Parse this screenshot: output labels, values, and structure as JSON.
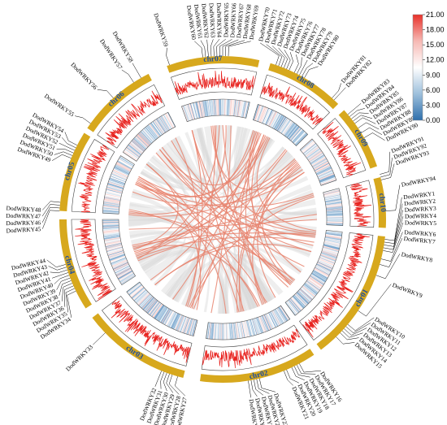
{
  "chromosomes": [
    {
      "id": "chr01",
      "start": 96,
      "end": 143
    },
    {
      "id": "chr02",
      "start": 146,
      "end": 188
    },
    {
      "id": "chr03",
      "start": 194,
      "end": 233
    },
    {
      "id": "chr04",
      "start": 237,
      "end": 270
    },
    {
      "id": "chr05",
      "start": 273,
      "end": 302
    },
    {
      "id": "chr06",
      "start": 304,
      "end": 333
    },
    {
      "id": "chr07",
      "start": 340,
      "end": 13
    },
    {
      "id": "chr08",
      "start": 17,
      "end": 45
    },
    {
      "id": "chr09",
      "start": 48,
      "end": 71
    },
    {
      "id": "chr10",
      "start": 75,
      "end": 93
    }
  ],
  "genes": [
    {
      "label": "DodWRKY1",
      "angle": 97,
      "labelAngle": 83
    },
    {
      "label": "DodWRKY2",
      "angle": 98,
      "labelAngle": 85
    },
    {
      "label": "DodWRKY3",
      "angle": 99,
      "labelAngle": 87
    },
    {
      "label": "DodWRKY4",
      "angle": 100,
      "labelAngle": 89
    },
    {
      "label": "DodWRKY5",
      "angle": 101,
      "labelAngle": 91
    },
    {
      "label": "DodWRKY6",
      "angle": 104,
      "labelAngle": 94
    },
    {
      "label": "DodWRKY7",
      "angle": 106,
      "labelAngle": 96
    },
    {
      "label": "DodWRKY8",
      "angle": 110,
      "labelAngle": 101
    },
    {
      "label": "DodWRKY9",
      "angle": 124,
      "labelAngle": 111
    },
    {
      "label": "DodWRKY10",
      "angle": 130,
      "labelAngle": 123
    },
    {
      "label": "DodWRKY11",
      "angle": 131,
      "labelAngle": 125
    },
    {
      "label": "DodWRKY12",
      "angle": 132,
      "labelAngle": 127
    },
    {
      "label": "DodWRKY13",
      "angle": 133,
      "labelAngle": 129
    },
    {
      "label": "DodWRKY14",
      "angle": 134,
      "labelAngle": 131
    },
    {
      "label": "DodWRKY15",
      "angle": 136,
      "labelAngle": 133
    },
    {
      "label": "DodWRKY16",
      "angle": 152,
      "labelAngle": 147
    },
    {
      "label": "DodWRKY17",
      "angle": 153,
      "labelAngle": 149
    },
    {
      "label": "DodWRKY18",
      "angle": 154,
      "labelAngle": 151
    },
    {
      "label": "DodWRKY19",
      "angle": 155,
      "labelAngle": 153
    },
    {
      "label": "DodWRKY20",
      "angle": 157,
      "labelAngle": 155
    },
    {
      "label": "DodWRKY21",
      "angle": 158,
      "labelAngle": 157
    },
    {
      "label": "DodWRKY22",
      "angle": 167,
      "labelAngle": 163
    },
    {
      "label": "DodWRKY23",
      "angle": 168,
      "labelAngle": 165
    },
    {
      "label": "DodWRKY24",
      "angle": 169,
      "labelAngle": 167
    },
    {
      "label": "DodWRKY25",
      "angle": 170,
      "labelAngle": 169
    },
    {
      "label": "DodWRKY26",
      "angle": 171,
      "labelAngle": 171
    },
    {
      "label": "DodWRKY27",
      "angle": 196,
      "labelAngle": 192
    },
    {
      "label": "DodWRKY28",
      "angle": 198,
      "labelAngle": 194
    },
    {
      "label": "DodWRKY29",
      "angle": 199,
      "labelAngle": 196
    },
    {
      "label": "DodWRKY30",
      "angle": 200,
      "labelAngle": 198
    },
    {
      "label": "DodWRKY31",
      "angle": 201,
      "labelAngle": 200
    },
    {
      "label": "DodWRKY32",
      "angle": 202,
      "labelAngle": 202
    },
    {
      "label": "DodWRKY33",
      "angle": 226,
      "labelAngle": 226
    },
    {
      "label": "DodWRKY34",
      "angle": 244,
      "labelAngle": 237
    },
    {
      "label": "DodWRKY35",
      "angle": 245,
      "labelAngle": 239
    },
    {
      "label": "DodWRKY36",
      "angle": 246,
      "labelAngle": 241
    },
    {
      "label": "DodWRKY37",
      "angle": 247,
      "labelAngle": 243
    },
    {
      "label": "DodWRKY38",
      "angle": 248,
      "labelAngle": 245
    },
    {
      "label": "DodWRKY39",
      "angle": 249,
      "labelAngle": 247
    },
    {
      "label": "DodWRKY40",
      "angle": 250,
      "labelAngle": 249
    },
    {
      "label": "DodWRKY41",
      "angle": 251,
      "labelAngle": 251
    },
    {
      "label": "DodWRKY42",
      "angle": 252,
      "labelAngle": 253
    },
    {
      "label": "DodWRKY43",
      "angle": 253,
      "labelAngle": 255
    },
    {
      "label": "DodWRKY44",
      "angle": 254,
      "labelAngle": 257
    },
    {
      "label": "DodWRKY45",
      "angle": 273,
      "labelAngle": 267
    },
    {
      "label": "DodWRKY46",
      "angle": 274,
      "labelAngle": 269
    },
    {
      "label": "DodWRKY47",
      "angle": 275,
      "labelAngle": 271
    },
    {
      "label": "DodWRKY48",
      "angle": 276,
      "labelAngle": 273
    },
    {
      "label": "DodWRKY49",
      "angle": 292,
      "labelAngle": 289
    },
    {
      "label": "DodWRKY50",
      "angle": 293,
      "labelAngle": 291
    },
    {
      "label": "DodWRKY51",
      "angle": 294,
      "labelAngle": 293
    },
    {
      "label": "DodWRKY52",
      "angle": 295,
      "labelAngle": 295
    },
    {
      "label": "DodWRKY53",
      "angle": 296,
      "labelAngle": 297
    },
    {
      "label": "DodWRKY54",
      "angle": 297,
      "labelAngle": 299
    },
    {
      "label": "DodWRKY55",
      "angle": 306,
      "labelAngle": 305
    },
    {
      "label": "DodWRKY56",
      "angle": 318,
      "labelAngle": 316
    },
    {
      "label": "DodWRKY57",
      "angle": 327,
      "labelAngle": 326
    },
    {
      "label": "DodWRKY58",
      "angle": 330,
      "labelAngle": 330
    },
    {
      "label": "DodWRKY59",
      "angle": 341,
      "labelAngle": 342
    },
    {
      "label": "DodWRKY60",
      "angle": 353,
      "labelAngle": 351
    },
    {
      "label": "DodWRKY61",
      "angle": 354,
      "labelAngle": 353
    },
    {
      "label": "DodWRKY62",
      "angle": 355,
      "labelAngle": 355
    },
    {
      "label": "DodWRKY63",
      "angle": 356,
      "labelAngle": 357
    },
    {
      "label": "DodWRKY64",
      "angle": 357,
      "labelAngle": 359
    },
    {
      "label": "DodWRKY65",
      "angle": 358,
      "labelAngle": 1
    },
    {
      "label": "DodWRKY66",
      "angle": 359,
      "labelAngle": 3
    },
    {
      "label": "DodWRKY67",
      "angle": 0,
      "labelAngle": 5
    },
    {
      "label": "DodWRKY68",
      "angle": 1,
      "labelAngle": 7
    },
    {
      "label": "DodWRKY69",
      "angle": 2,
      "labelAngle": 9
    },
    {
      "label": "DodWRKY70",
      "angle": 19,
      "labelAngle": 12
    },
    {
      "label": "DodWRKY71",
      "angle": 20,
      "labelAngle": 14
    },
    {
      "label": "DodWRKY72",
      "angle": 21,
      "labelAngle": 16
    },
    {
      "label": "DodWRKY73",
      "angle": 22,
      "labelAngle": 18
    },
    {
      "label": "DodWRKY74",
      "angle": 23,
      "labelAngle": 20
    },
    {
      "label": "DodWRKY75",
      "angle": 24,
      "labelAngle": 22
    },
    {
      "label": "DodWRKY76",
      "angle": 26,
      "labelAngle": 24
    },
    {
      "label": "DodWRKY77",
      "angle": 27,
      "labelAngle": 26
    },
    {
      "label": "DodWRKY78",
      "angle": 28,
      "labelAngle": 28
    },
    {
      "label": "DodWRKY79",
      "angle": 29,
      "labelAngle": 30
    },
    {
      "label": "DodWRKY80",
      "angle": 30,
      "labelAngle": 32
    },
    {
      "label": "DodWRKY81",
      "angle": 42,
      "labelAngle": 41
    },
    {
      "label": "DodWRKY82",
      "angle": 43,
      "labelAngle": 43
    },
    {
      "label": "DodWRKY83",
      "angle": 50,
      "labelAngle": 50
    },
    {
      "label": "DodWRKY84",
      "angle": 51,
      "labelAngle": 52
    },
    {
      "label": "DodWRKY85",
      "angle": 52,
      "labelAngle": 54
    },
    {
      "label": "DodWRKY86",
      "angle": 53,
      "labelAngle": 56
    },
    {
      "label": "DodWRKY87",
      "angle": 54,
      "labelAngle": 58
    },
    {
      "label": "DodWRKY88",
      "angle": 56,
      "labelAngle": 60
    },
    {
      "label": "DodWRKY89",
      "angle": 58,
      "labelAngle": 62
    },
    {
      "label": "DodWRKY90",
      "angle": 60,
      "labelAngle": 64
    },
    {
      "label": "DodWRKY91",
      "angle": 74,
      "labelAngle": 68
    },
    {
      "label": "DodWRKY92",
      "angle": 75,
      "labelAngle": 70
    },
    {
      "label": "DodWRKY93",
      "angle": 76,
      "labelAngle": 72
    },
    {
      "label": "DodWRKY94",
      "angle": 87,
      "labelAngle": 79
    }
  ],
  "links": [
    [
      99,
      226
    ],
    [
      101,
      293
    ],
    [
      104,
      246
    ],
    [
      110,
      318
    ],
    [
      124,
      20
    ],
    [
      130,
      275
    ],
    [
      131,
      51
    ],
    [
      136,
      355
    ],
    [
      152,
      296
    ],
    [
      154,
      23
    ],
    [
      157,
      250
    ],
    [
      167,
      341
    ],
    [
      169,
      56
    ],
    [
      196,
      294
    ],
    [
      198,
      27
    ],
    [
      200,
      76
    ],
    [
      202,
      330
    ],
    [
      244,
      87
    ],
    [
      247,
      42
    ],
    [
      249,
      2
    ],
    [
      251,
      306
    ],
    [
      253,
      100
    ],
    [
      273,
      52
    ],
    [
      276,
      158
    ],
    [
      292,
      21
    ],
    [
      295,
      74
    ],
    [
      297,
      132
    ],
    [
      306,
      170
    ],
    [
      318,
      28
    ],
    [
      327,
      106
    ],
    [
      341,
      133
    ],
    [
      353,
      58
    ],
    [
      354,
      98
    ],
    [
      356,
      199
    ],
    [
      358,
      245
    ],
    [
      0,
      153
    ],
    [
      19,
      274
    ],
    [
      22,
      168
    ],
    [
      24,
      293
    ],
    [
      26,
      134
    ],
    [
      29,
      248
    ],
    [
      30,
      97
    ],
    [
      43,
      201
    ],
    [
      50,
      297
    ],
    [
      53,
      171
    ],
    [
      54,
      252
    ],
    [
      60,
      155
    ],
    [
      75,
      254
    ],
    [
      110,
      226
    ],
    [
      134,
      318
    ],
    [
      203,
      341
    ],
    [
      230,
      26
    ],
    [
      287,
      60
    ],
    [
      120,
      315
    ],
    [
      178,
      292
    ],
    [
      264,
      90
    ],
    [
      212,
      22
    ],
    [
      146,
      55
    ],
    [
      320,
      99
    ],
    [
      187,
      5
    ]
  ],
  "legend": {
    "ticks": [
      "21.00",
      "18.00",
      "15.00",
      "12.00",
      "9.00",
      "6.00",
      "3.00",
      "0.00"
    ],
    "colors": [
      "#e8312a",
      "#f6b9b4",
      "#ffffff",
      "#9ec0dc",
      "#2e6fac"
    ]
  },
  "colors": {
    "ideogram": "#d7a81d",
    "link": "#e8846e",
    "background_link": "#d9d9d9",
    "line_plot": "#e8231f",
    "chr_label": "#1f4fa0"
  }
}
